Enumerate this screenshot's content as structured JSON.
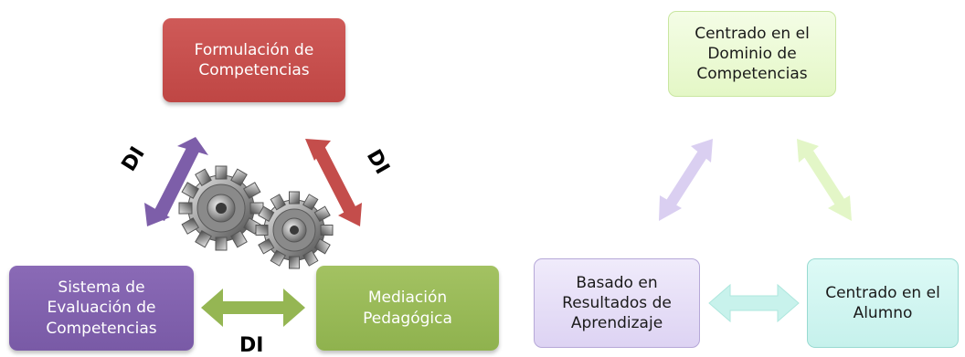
{
  "left_diagram": {
    "boxes": {
      "formulacion": "Formulación de\nCompetencias",
      "sistema": "Sistema de\nEvaluación de\nCompetencias",
      "mediacion": "Mediación\nPedagógica"
    },
    "connector_labels": {
      "left": "DI",
      "right": "DI",
      "bottom": "DI"
    },
    "center_icon": "gears-icon"
  },
  "right_diagram": {
    "boxes": {
      "centrado_dominio": "Centrado en el\nDominio de\nCompetencias",
      "basado": "Basado en\nResultados de\nAprendizaje",
      "centrado_alumno": "Centrado en el\nAlumno"
    }
  },
  "colors": {
    "red": "#c44d4b",
    "purple": "#7d5ea9",
    "green": "#95b653",
    "light_green": "#e6f8c9",
    "light_purple": "#ded4f4",
    "light_teal": "#c8f2ec"
  }
}
